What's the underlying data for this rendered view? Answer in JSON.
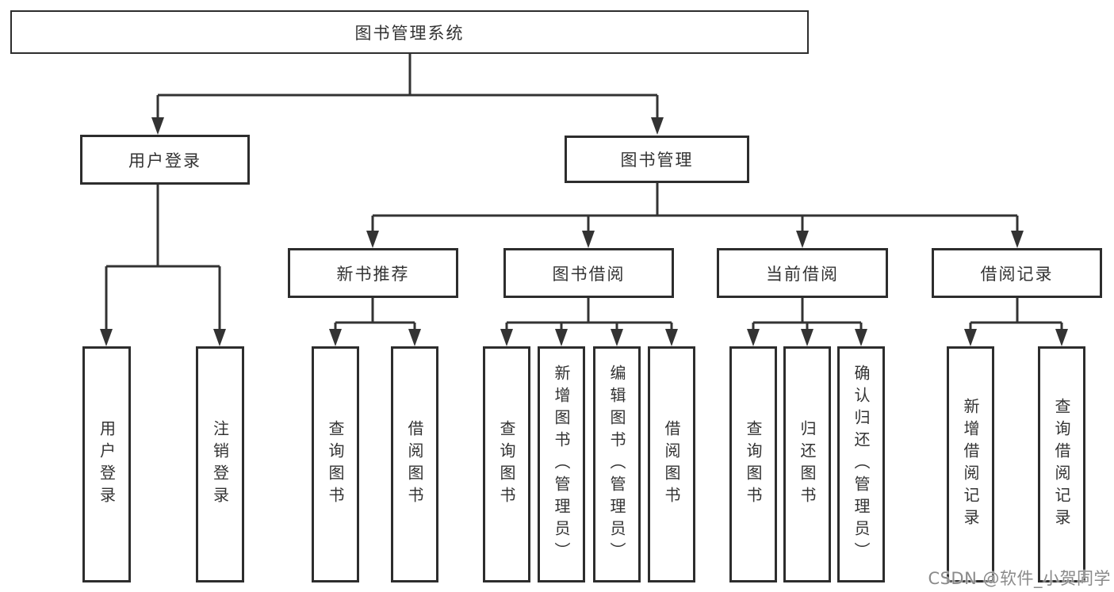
{
  "diagram_title": "图书管理系统",
  "colors": {
    "background": "#ffffff",
    "line": "#333333",
    "box_border": "#2d2d2d",
    "text": "#333333",
    "watermark": "#8a8a8a"
  },
  "tree": {
    "label": "图书管理系统",
    "children": [
      {
        "label": "用户登录",
        "children": [
          {
            "label": "用户登录"
          },
          {
            "label": "注销登录"
          }
        ]
      },
      {
        "label": "图书管理",
        "children": [
          {
            "label": "新书推荐",
            "children": [
              {
                "label": "查询图书"
              },
              {
                "label": "借阅图书"
              }
            ]
          },
          {
            "label": "图书借阅",
            "children": [
              {
                "label": "查询图书"
              },
              {
                "label": "新增图书（管理员）"
              },
              {
                "label": "编辑图书（管理员）"
              },
              {
                "label": "借阅图书"
              }
            ]
          },
          {
            "label": "当前借阅",
            "children": [
              {
                "label": "查询图书"
              },
              {
                "label": "归还图书"
              },
              {
                "label": "确认归还（管理员）"
              }
            ]
          },
          {
            "label": "借阅记录",
            "children": [
              {
                "label": "新增借阅记录"
              },
              {
                "label": "查询借阅记录"
              }
            ]
          }
        ]
      }
    ]
  },
  "watermark": {
    "text": "CSDN @软件_小贺同学"
  }
}
